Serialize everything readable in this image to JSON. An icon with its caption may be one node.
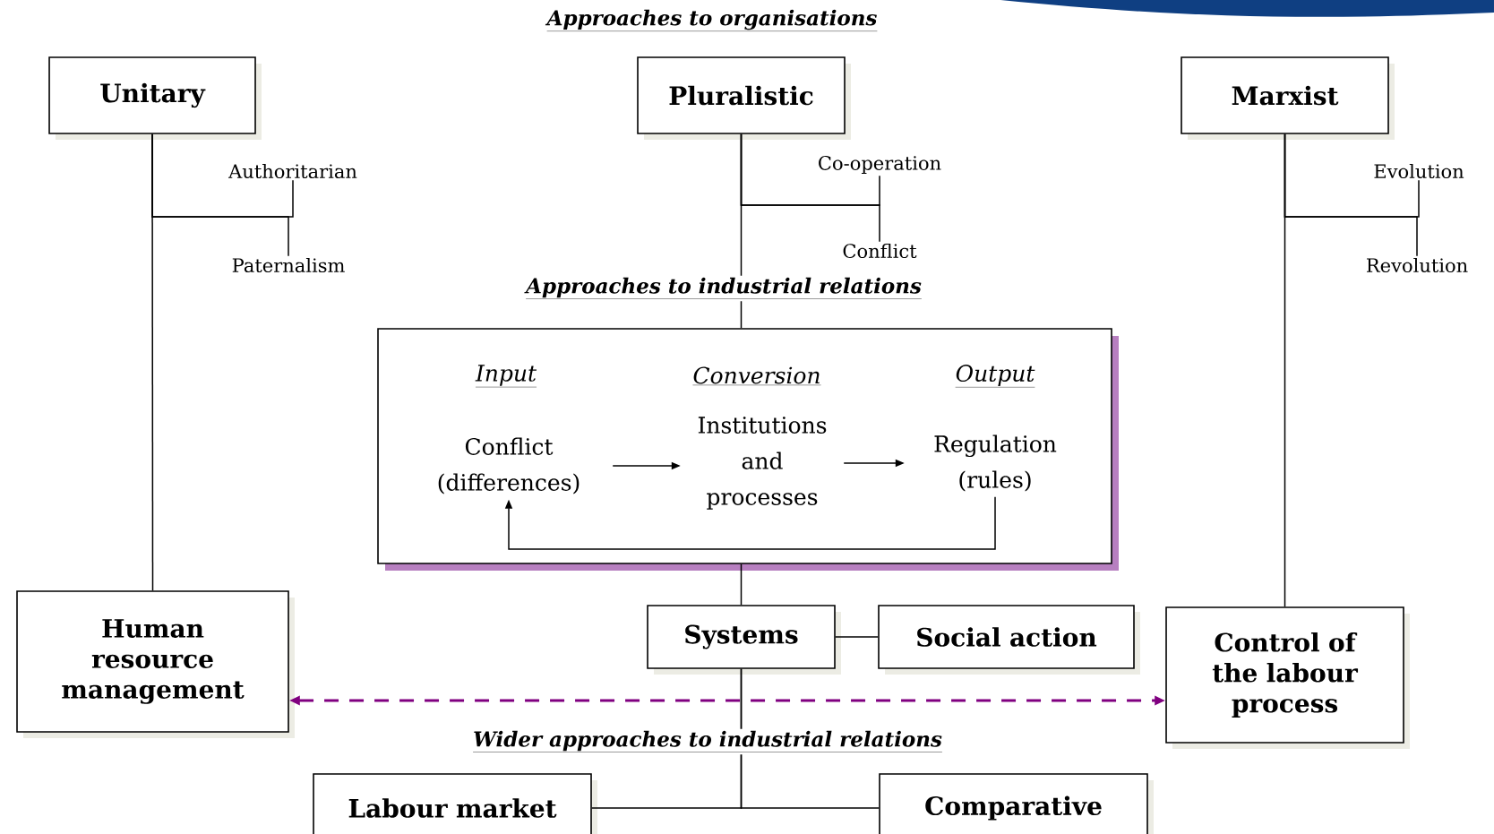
{
  "diagram": {
    "title": "Approaches to organisations",
    "nodes": [
      {
        "text": [
          "Unitary"
        ]
      },
      {
        "text": [
          "Pluralistic"
        ]
      },
      {
        "text": [
          "Marxist"
        ]
      },
      {
        "text": [
          "Authoritarian"
        ]
      },
      {
        "text": [
          "Paternalism"
        ]
      },
      {
        "text": [
          "Co-operation"
        ]
      },
      {
        "text": [
          "Conflict"
        ]
      },
      {
        "text": [
          "Evolution"
        ]
      },
      {
        "text": [
          "Revolution"
        ]
      },
      {
        "text": [],
        "shape": "box"
      },
      {
        "text": [
          "Conflict (differences)"
        ],
        "in": 9,
        "beside": [
          "Input"
        ]
      },
      {
        "text": [
          "Institutions and processes"
        ],
        "in": 9,
        "beside": [
          "Conversion"
        ]
      },
      {
        "text": [
          "Regulation (rules)"
        ],
        "in": 9,
        "beside": [
          "Output"
        ]
      },
      {
        "text": [
          "Human resource management"
        ]
      },
      {
        "text": [
          "Systems"
        ]
      },
      {
        "text": [
          "Social action"
        ]
      },
      {
        "text": [
          "Control of the labour process"
        ]
      },
      {
        "text": [
          "Labour market"
        ]
      },
      {
        "text": [
          "Comparative"
        ]
      }
    ],
    "edges": [
      {
        "from": 0,
        "to": 13,
        "arrow": "none"
      },
      {
        "from": 0,
        "to": 3,
        "arrow": "none"
      },
      {
        "from": 0,
        "to": 4,
        "arrow": "none"
      },
      {
        "from": 1,
        "to": 5,
        "arrow": "none"
      },
      {
        "from": 1,
        "to": 6,
        "arrow": "none"
      },
      {
        "from": 1,
        "to": 9,
        "arrow": "none"
      },
      {
        "from": 2,
        "to": 7,
        "arrow": "none"
      },
      {
        "from": 2,
        "to": 8,
        "arrow": "none"
      },
      {
        "from": 2,
        "to": 16,
        "arrow": "none"
      },
      {
        "from": 10,
        "to": 11,
        "arrow": "to"
      },
      {
        "from": 11,
        "to": 12,
        "arrow": "to"
      },
      {
        "from": 12,
        "to": 10,
        "arrow": "to"
      },
      {
        "from": 9,
        "to": 14,
        "arrow": "none"
      },
      {
        "from": 14,
        "to": 15,
        "arrow": "none"
      },
      {
        "from": 13,
        "to": 16,
        "arrow": "both",
        "style": "dashed",
        "color": "#800080"
      },
      {
        "from": 14,
        "to": 17,
        "arrow": "none"
      },
      {
        "from": 14,
        "to": 18,
        "arrow": "none"
      }
    ],
    "labels": [
      "Approaches to industrial relations",
      "Wider approaches to industrial relations"
    ]
  }
}
